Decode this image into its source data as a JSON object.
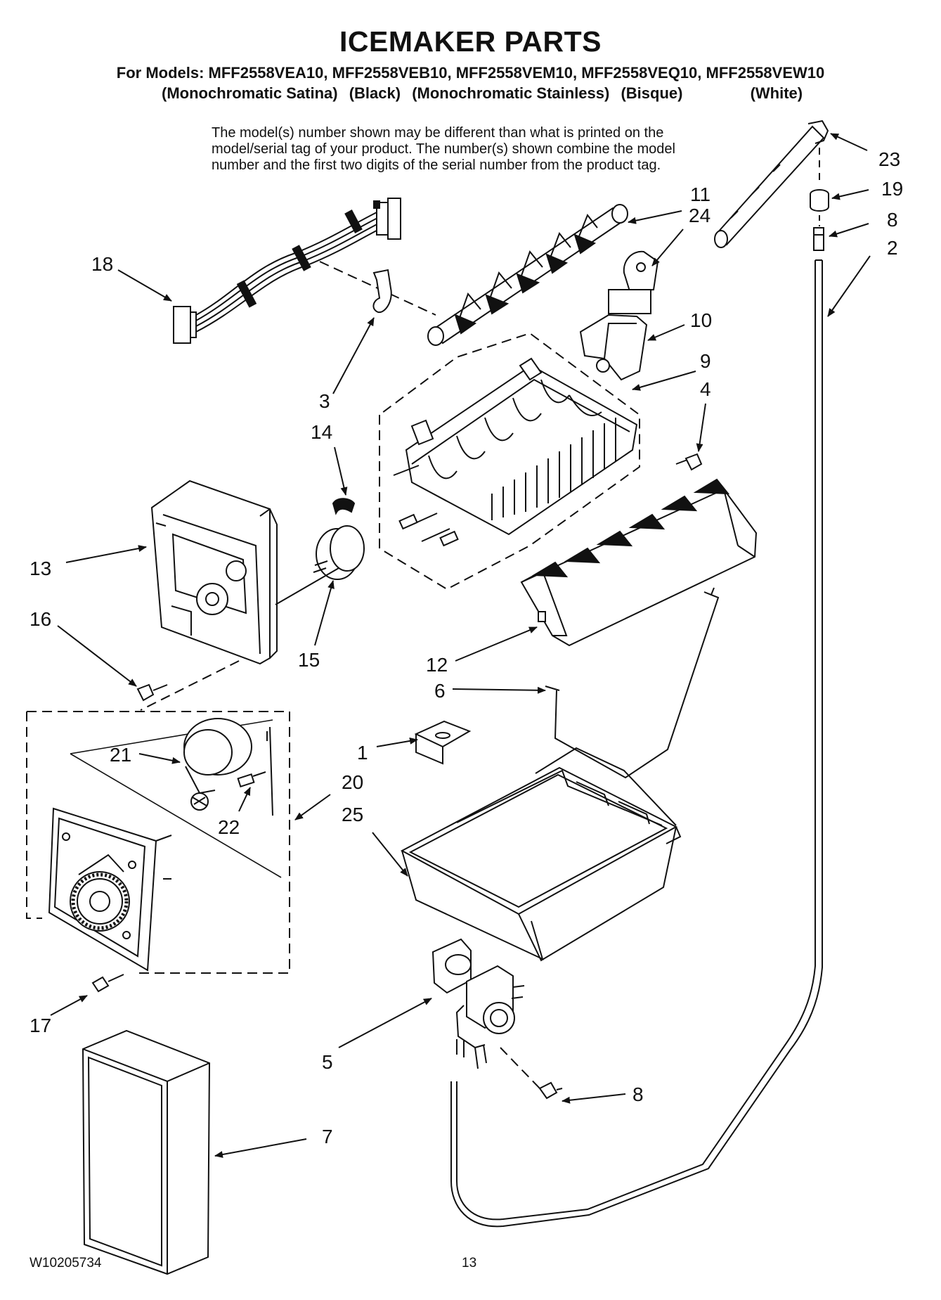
{
  "header": {
    "title": "ICEMAKER PARTS",
    "models_line": "For Models: MFF2558VEA10, MFF2558VEB10, MFF2558VEM10, MFF2558VEQ10, MFF2558VEW10",
    "colors": [
      "(Monochromatic Satina)",
      "(Black)",
      "(Monochromatic Stainless)",
      "(Bisque)",
      "(White)"
    ]
  },
  "notice": {
    "line1": "The model(s) number shown may be different than what is printed on the",
    "line2": "model/serial tag of your product. The number(s) shown combine the model",
    "line3": "number and the first two digits of the serial number from the product tag."
  },
  "callouts": {
    "p1": "1",
    "p2": "2",
    "p3": "3",
    "p4": "4",
    "p5": "5",
    "p6": "6",
    "p7": "7",
    "p8a": "8",
    "p8b": "8",
    "p9": "9",
    "p10": "10",
    "p11": "11",
    "p12": "12",
    "p13": "13",
    "p14": "14",
    "p15": "15",
    "p16": "16",
    "p17": "17",
    "p18": "18",
    "p19": "19",
    "p20": "20",
    "p21": "21",
    "p22": "22",
    "p23": "23",
    "p24": "24",
    "p25": "25"
  },
  "footer": {
    "doc_number": "W10205734",
    "page_number": "13"
  }
}
